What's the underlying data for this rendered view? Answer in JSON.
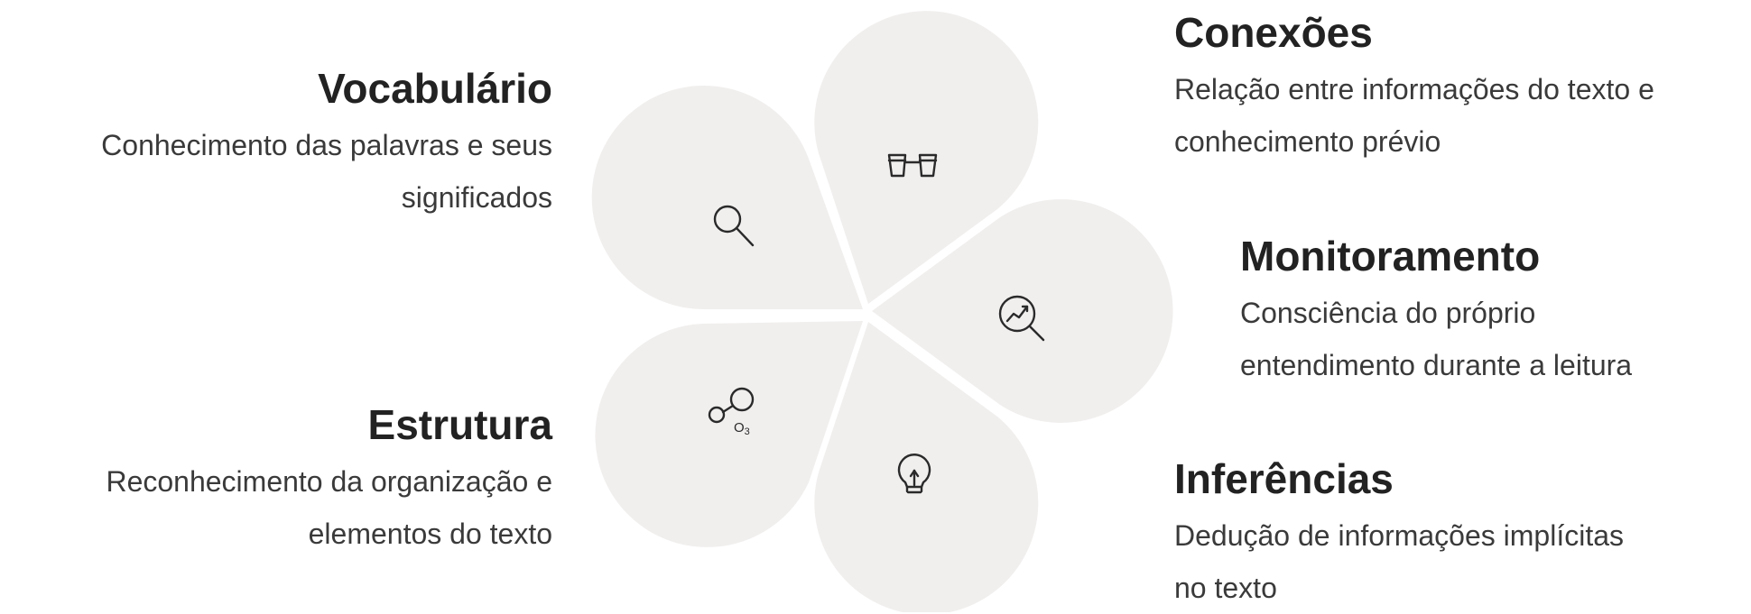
{
  "items": {
    "vocabulario": {
      "title": "Vocabulário",
      "desc_lines": [
        "Conhecimento das palavras e seus",
        "significados"
      ],
      "icon": "search-icon"
    },
    "estrutura": {
      "title": "Estrutura",
      "desc_lines": [
        "Reconhecimento da organização e",
        "elementos do texto"
      ],
      "icon": "molecule-icon"
    },
    "conexoes": {
      "title": "Conexões",
      "desc_lines": [
        "Relação entre informações do texto e",
        "conhecimento prévio"
      ],
      "icon": "binoculars-icon"
    },
    "monitoramento": {
      "title": "Monitoramento",
      "desc_lines": [
        "Consciência do próprio",
        "entendimento durante a leitura"
      ],
      "icon": "trend-magnifier-icon"
    },
    "inferencias": {
      "title": "Inferências",
      "desc_lines": [
        "Dedução de informações implícitas",
        "no texto"
      ],
      "icon": "lightbulb-icon"
    }
  },
  "molecule_label": "O3",
  "colors": {
    "petal": "#f1efee",
    "text": "#222222"
  }
}
